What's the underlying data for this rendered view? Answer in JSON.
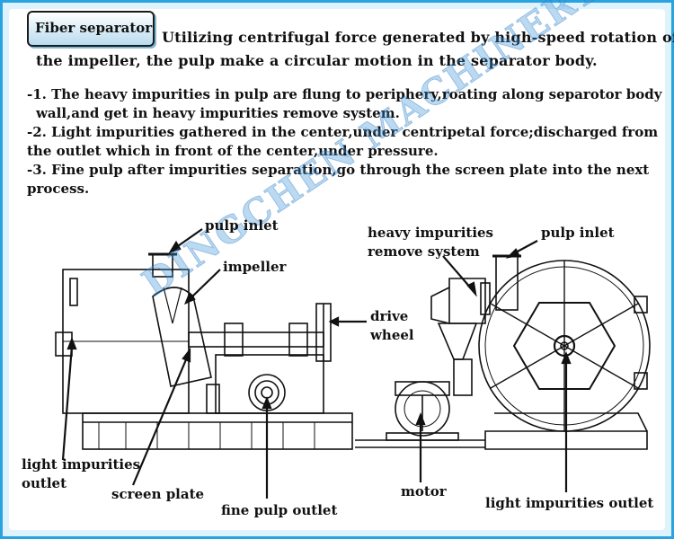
{
  "badge": {
    "title": "Fiber separator"
  },
  "intro": {
    "line1": "Utilizing centrifugal force generated by high-speed rotation of",
    "line2": "the impeller, the pulp make a circular motion in the separator body."
  },
  "points": [
    {
      "line1": "-1. The heavy impurities in pulp are flung to periphery,roating along separotor body",
      "line2": "wall,and get in heavy impurities remove system."
    },
    {
      "line1": "-2. Light impurities gathered in the center,under centripetal force;discharged from",
      "line2": "the outlet which in front of the center,under pressure."
    },
    {
      "line1": "-3. Fine pulp after impurities separation,go through the screen plate into the next",
      "line2": "process."
    }
  ],
  "watermark": "DINGCHEN MACHINERY",
  "left_labels": {
    "pulp_inlet": "pulp inlet",
    "impeller": "impeller",
    "drive_wheel_1": "drive",
    "drive_wheel_2": "wheel",
    "light_impurities_1": "light impurities",
    "light_impurities_2": "outlet",
    "screen_plate": "screen plate",
    "fine_pulp_outlet": "fine pulp outlet"
  },
  "right_labels": {
    "heavy_1": "heavy impurities",
    "heavy_2": "remove system",
    "pulp_inlet": "pulp inlet",
    "motor": "motor",
    "light_impurities_outlet": "light impurities outlet"
  },
  "colors": {
    "frame": "#2aa4e0",
    "watermark": "#3c96d7",
    "ink": "#111111"
  }
}
